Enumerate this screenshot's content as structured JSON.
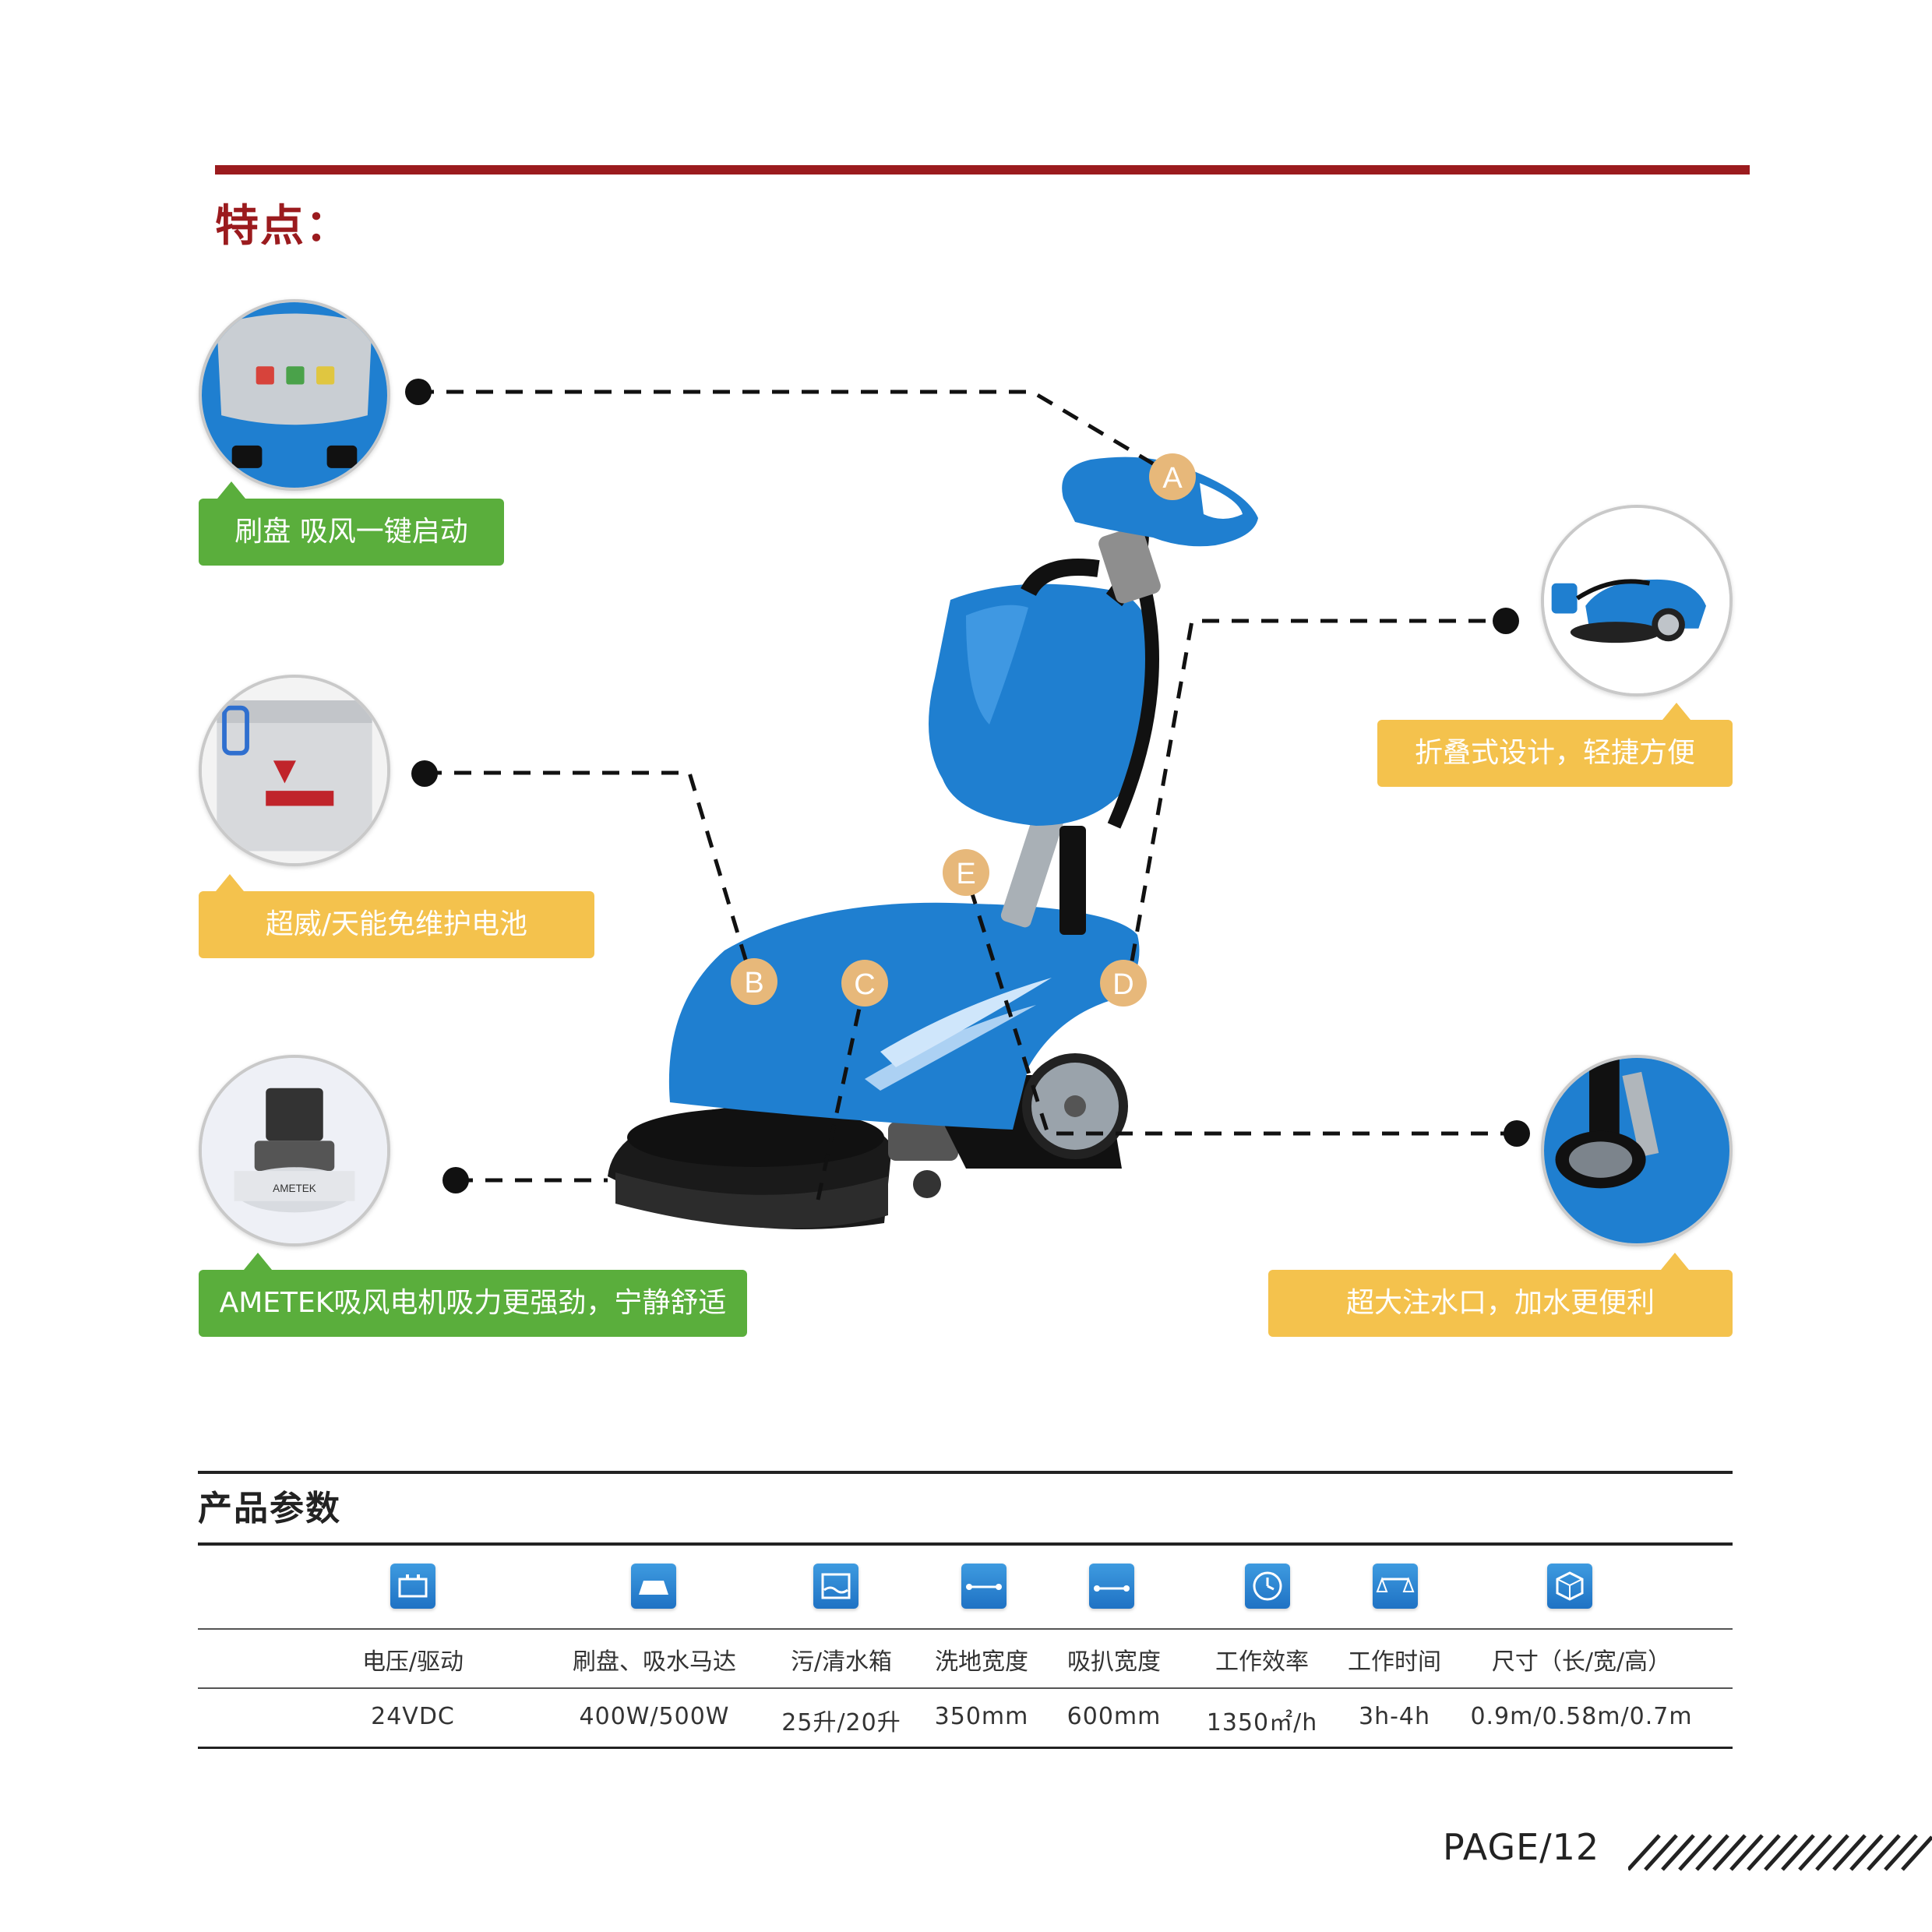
{
  "section_title": "特点：",
  "features": [
    {
      "id": "panel",
      "label": "刷盘  吸风一键启动",
      "style": "green"
    },
    {
      "id": "battery",
      "label": "超威/天能免维护电池",
      "style": "gold"
    },
    {
      "id": "motor",
      "label": "AMETEK吸风电机吸力更强劲，宁静舒适",
      "style": "green"
    },
    {
      "id": "fold",
      "label": "折叠式设计，轻捷方便",
      "style": "gold"
    },
    {
      "id": "inlet",
      "label": "超大注水口，加水更便利",
      "style": "gold"
    }
  ],
  "markers": [
    "A",
    "B",
    "C",
    "D",
    "E"
  ],
  "params": {
    "title": "产品参数",
    "columns": [
      {
        "icon": "voltage-icon",
        "label": "电压/驱动",
        "value": "24VDC"
      },
      {
        "icon": "motor-icon",
        "label": "刷盘、吸水马达",
        "value": "400W/500W"
      },
      {
        "icon": "tank-icon",
        "label": "污/清水箱",
        "value": "25升/20升"
      },
      {
        "icon": "wash-width-icon",
        "label": "洗地宽度",
        "value": "350mm"
      },
      {
        "icon": "squeegee-width-icon",
        "label": "吸扒宽度",
        "value": "600mm"
      },
      {
        "icon": "clock-icon",
        "label": "工作效率",
        "value": "1350㎡/h"
      },
      {
        "icon": "scale-icon",
        "label": "工作时间",
        "value": "3h-4h"
      },
      {
        "icon": "box-icon",
        "label": "尺寸（长/宽/高）",
        "value": "0.9m/0.58m/0.7m"
      }
    ]
  },
  "page_number": "PAGE/12",
  "colors": {
    "brand_red": "#9b1b1e",
    "machine_blue": "#1f7fd0",
    "green": "#5aae3c",
    "gold": "#f4c24d",
    "marker_gold": "#e7b87a"
  }
}
